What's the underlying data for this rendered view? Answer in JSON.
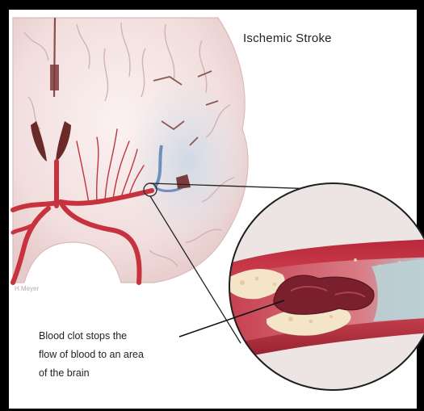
{
  "title": "Ischemic Stroke",
  "caption": {
    "lines": [
      "Blood clot stops the",
      "flow of blood to an area",
      "of the brain"
    ]
  },
  "signature": "H.Meyer"
}
